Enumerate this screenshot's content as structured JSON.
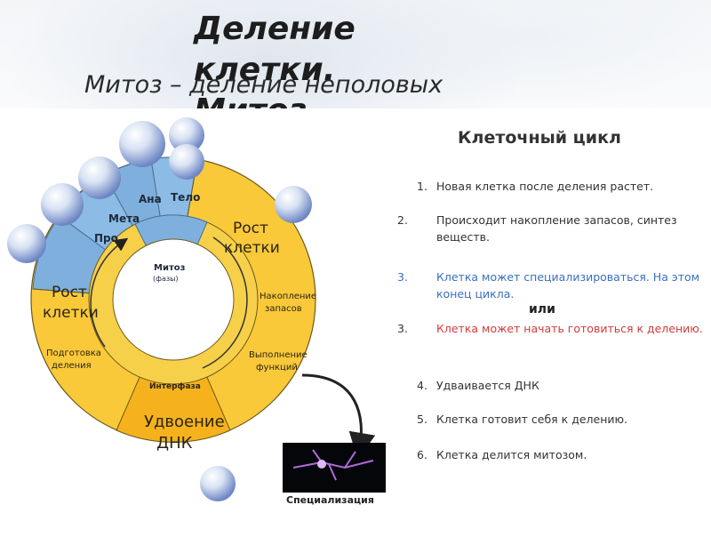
{
  "title": "Деление клетки. Митоз.",
  "subtitle": "Митоз – деление неполовых (соматических) клеток",
  "diagram": {
    "phases": [
      "Про",
      "Мета",
      "Ана",
      "Тело"
    ],
    "mitosis": "Митоз",
    "mitosis_note": "(фазы)",
    "growth_top": [
      "Рост",
      "клетки"
    ],
    "growth_left": [
      "Рост",
      "клетки"
    ],
    "prep": [
      "Подготовка",
      "деления"
    ],
    "storage": [
      "Накопление",
      "запасов"
    ],
    "function": [
      "Выполнение",
      "функций"
    ],
    "interphase": "Интерфаза",
    "dna": [
      "Удвоение",
      "ДНК"
    ],
    "specialization": "Специализация"
  },
  "list": {
    "title": "Клеточный цикл",
    "items": [
      {
        "num": "1.",
        "text": "Новая клетка после деления растет."
      },
      {
        "num": "2.",
        "text": "Происходит накопление запасов, синтез веществ."
      },
      {
        "num": "3.",
        "text": "Клетка может специализироваться. На этом конец цикла."
      },
      {
        "num": "3.",
        "text": "Клетка может начать готовиться к делению."
      },
      {
        "num": "4.",
        "text": "Удваивается ДНК"
      },
      {
        "num": "5.",
        "text": "Клетка готовит себя к делению."
      },
      {
        "num": "6.",
        "text": "Клетка делится митозом."
      }
    ],
    "or": "или"
  },
  "colors": {
    "outer_yellow": "#f9c93a",
    "dna_yellow": "#f5b21c",
    "phase_blue": "#7fb0dd",
    "ring_inner": "#f3bf2a",
    "blue_text": "#3a6fbf",
    "red_text": "#d23b3b"
  }
}
